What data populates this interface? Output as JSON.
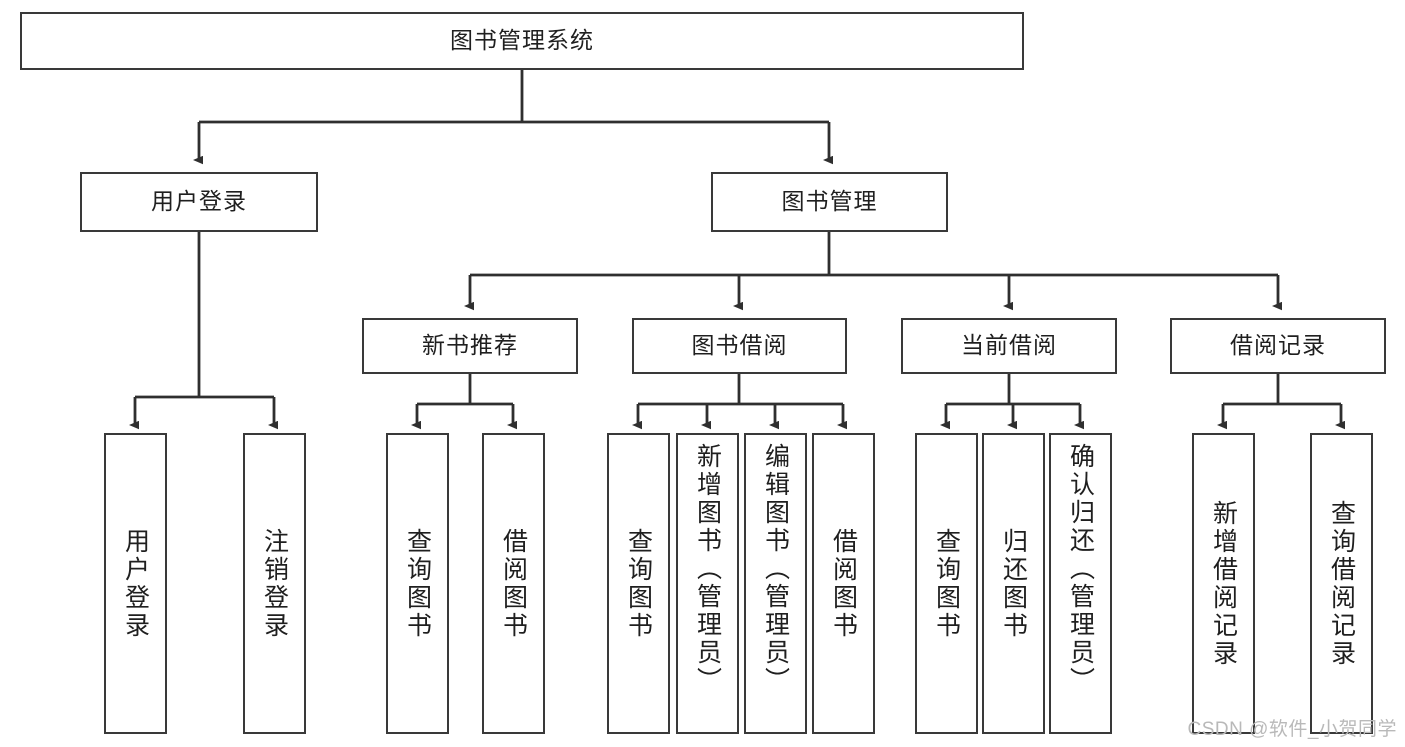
{
  "diagram": {
    "title": "图书管理系统",
    "type": "hierarchy-tree",
    "colors": {
      "stroke": "#393939",
      "fill": "#ffffff",
      "text": "#1f1f1f",
      "watermark": "#b9b9b9"
    },
    "root": {
      "label": "图书管理系统"
    },
    "level2": [
      {
        "label": "用户登录"
      },
      {
        "label": "图书管理"
      }
    ],
    "level3": [
      {
        "label": "新书推荐"
      },
      {
        "label": "图书借阅"
      },
      {
        "label": "当前借阅"
      },
      {
        "label": "借阅记录"
      }
    ],
    "leaves": {
      "user_login": [
        {
          "label": "用户登录"
        },
        {
          "label": "注销登录"
        }
      ],
      "new_book_recommend": [
        {
          "label": "查询图书"
        },
        {
          "label": "借阅图书"
        }
      ],
      "book_borrow": [
        {
          "label": "查询图书"
        },
        {
          "label": "新增图书（管理员）"
        },
        {
          "label": "编辑图书（管理员）"
        },
        {
          "label": "借阅图书"
        }
      ],
      "current_borrow": [
        {
          "label": "查询图书"
        },
        {
          "label": "归还图书"
        },
        {
          "label": "确认归还（管理员）"
        }
      ],
      "borrow_records": [
        {
          "label": "新增借阅记录"
        },
        {
          "label": "查询借阅记录"
        }
      ]
    }
  },
  "watermark": {
    "text": "CSDN @软件_小贺同学"
  }
}
